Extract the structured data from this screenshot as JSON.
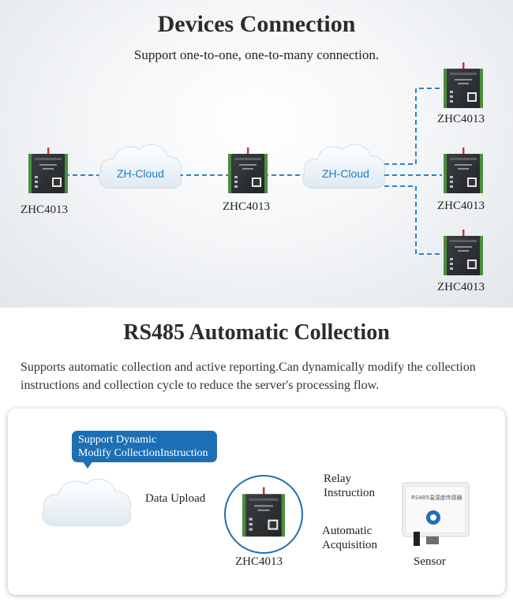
{
  "section1": {
    "title": "Devices Connection",
    "subtitle": "Support one-to-one, one-to-many connection.",
    "cloud_label": "ZH-Cloud",
    "device_label": "ZHC4013"
  },
  "section2": {
    "title": "RS485 Automatic Collection",
    "description": "Supports automatic collection and active reporting.Can dynamically modify the collection instructions and collection cycle to reduce the server's processing flow.",
    "bubble_line1": "Support Dynamic",
    "bubble_line2": "Modify CollectionInstruction",
    "data_upload": "Data Upload",
    "relay_line1": "Relay",
    "relay_line2": "Instruction",
    "auto_line1": "Automatic",
    "auto_line2": "Acquisition",
    "device_label": "ZHC4013",
    "sensor_label": "Sensor",
    "sensor_caption": "RS485温湿度传感器"
  },
  "colors": {
    "dash_line": "#2a86c8",
    "bubble": "#1c6fb4",
    "upload_arrow": "#f0a020",
    "sensor_arrow": "#2a86c8",
    "device_body": "#2f3234"
  },
  "icons": {
    "cloud": "cloud-icon",
    "device": "router-device-icon",
    "sensor": "sensor-icon"
  }
}
